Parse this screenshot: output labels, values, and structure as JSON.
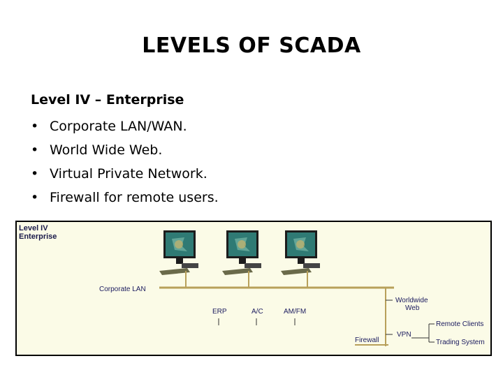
{
  "title": "LEVELS OF SCADA",
  "section": {
    "heading": "Level IV – Enterprise",
    "bullets": [
      "Corporate LAN/WAN.",
      "World Wide Web.",
      "Virtual Private Network.",
      "Firewall for remote users."
    ]
  },
  "diagram": {
    "level_tag_line1": "Level IV",
    "level_tag_line2": "Enterprise",
    "corporate_lan": "Corporate LAN",
    "apps": [
      "ERP",
      "A/C",
      "AM/FM"
    ],
    "worldwide_web_line1": "Worldwide",
    "worldwide_web_line2": "Web",
    "vpn": "VPN",
    "firewall": "Firewall",
    "remote_clients": "Remote Clients",
    "trading_system": "Trading System",
    "colors": {
      "panel_bg": "#fbfbe7",
      "network_line": "#b8a05a",
      "monitor_screen": "#2f7a74",
      "monitor_frame": "#1c1c1c",
      "keyboard": "#6a6a4a"
    }
  }
}
